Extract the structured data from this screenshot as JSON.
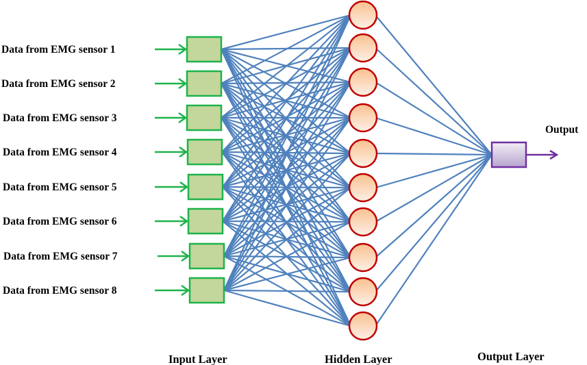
{
  "inputs": [
    {
      "label": "Data from EMG sensor 1"
    },
    {
      "label": "Data from EMG sensor 2"
    },
    {
      "label": "Data from EMG sensor 3"
    },
    {
      "label": "Data from EMG sensor 4"
    },
    {
      "label": "Data from EMG sensor 5"
    },
    {
      "label": "Data from EMG sensor 6"
    },
    {
      "label": "Data from EMG sensor 7"
    },
    {
      "label": "Data from EMG sensor 8"
    }
  ],
  "hidden_node_count": 10,
  "output": {
    "label": "Output"
  },
  "layers": {
    "input": "Input Layer",
    "hidden": "Hidden Layer",
    "output": "Output Layer"
  },
  "colors": {
    "arrow_green": "#1db34a",
    "input_fill": "#c3d69b",
    "input_border": "#1db34a",
    "connection_blue": "#4f81bd",
    "hidden_border": "#c00000",
    "hidden_fill_top": "#fac090",
    "hidden_fill_bottom": "#fdf0e6",
    "output_border": "#7030a0",
    "output_fill_top": "#f2eef6",
    "output_fill_bottom": "#b7a5cf"
  }
}
